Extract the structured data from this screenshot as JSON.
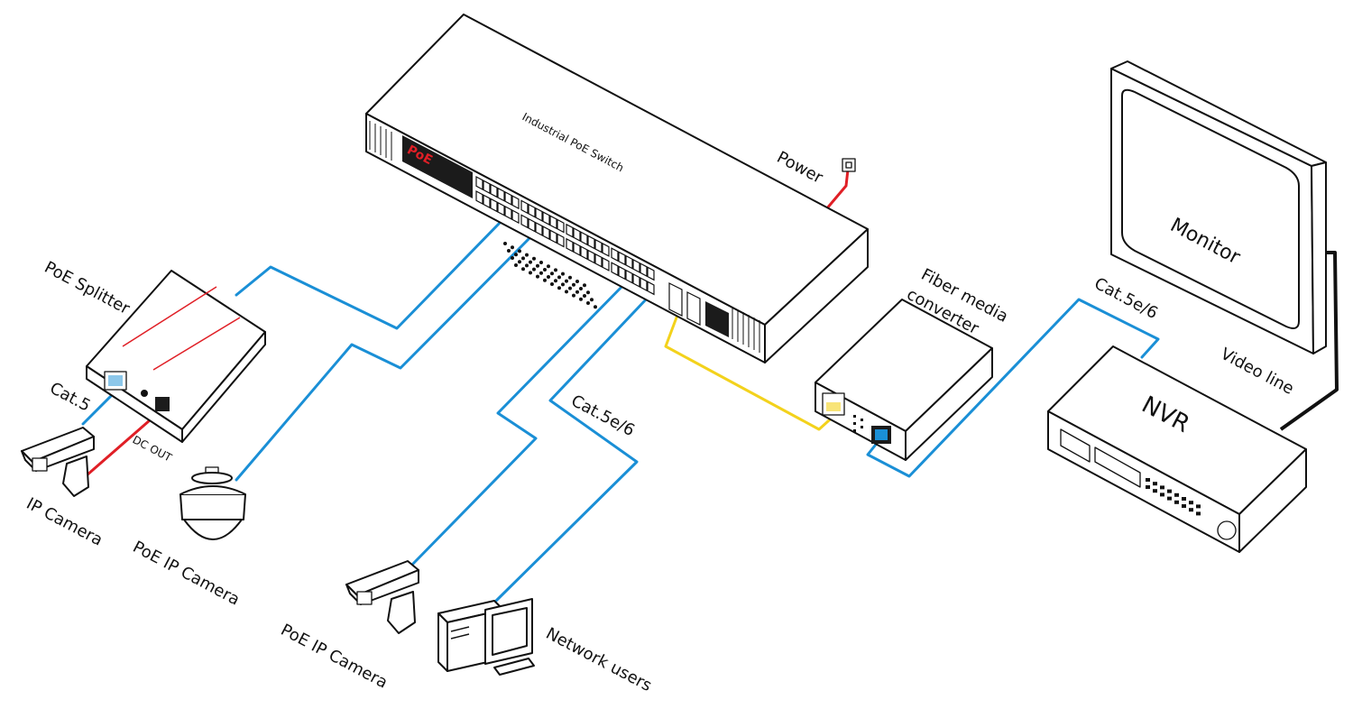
{
  "labels": {
    "switch": "Industrial PoE  Switch",
    "switch_badge": "PoE",
    "power": "Power",
    "poe_splitter": "PoE Splitter",
    "cat5": "Cat.5",
    "dc_out": "DC OUT",
    "ip_camera": "IP Camera",
    "poe_ip_camera_dome": "PoE IP Camera",
    "poe_ip_camera_bullet": "PoE IP Camera",
    "network_users": "Network users",
    "cat5e6_left": "Cat.5e/6",
    "fiber_media_converter_line1": "Fiber media",
    "fiber_media_converter_line2": "converter",
    "cat5e6_right": "Cat.5e/6",
    "nvr": "NVR",
    "monitor": "Monitor",
    "video_line": "Video line"
  },
  "colors": {
    "ethernet_cable": "#1a8fd6",
    "fiber_cable": "#f3d21c",
    "power_cable": "#e01f26",
    "video_cable": "#111111",
    "switch_panel": "#1b1b1b",
    "badge_red": "#e01f26"
  },
  "icons": {
    "switch": "network-switch-icon",
    "splitter": "poe-splitter-icon",
    "ip_camera": "bullet-camera-icon",
    "dome_camera": "dome-camera-icon",
    "computer": "desktop-computer-icon",
    "media_converter": "fiber-media-converter-icon",
    "nvr": "nvr-recorder-icon",
    "monitor": "monitor-icon",
    "power_outlet": "power-outlet-icon"
  }
}
